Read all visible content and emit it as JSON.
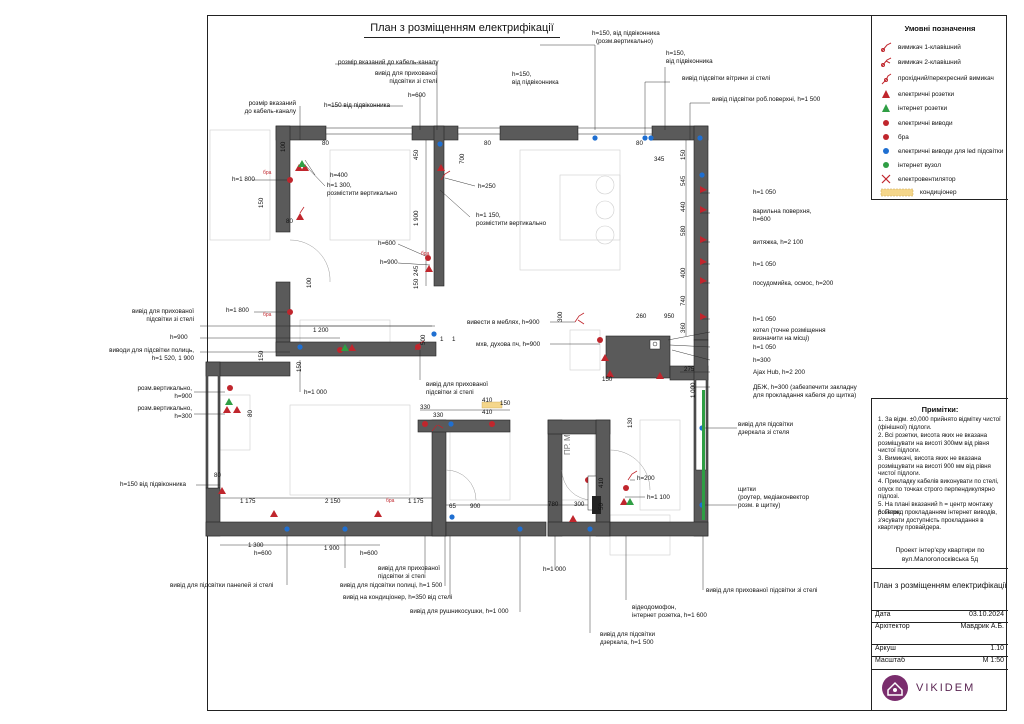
{
  "plan_title": "План з розміщенням електрифікації",
  "legend": {
    "title": "Умовні позначення",
    "items": [
      {
        "icon": "switch-1-icon",
        "label": "вимикач 1-клавішний",
        "color": "#c0262d"
      },
      {
        "icon": "switch-2-icon",
        "label": "вимикач 2-клавішний",
        "color": "#c0262d"
      },
      {
        "icon": "switch-pass-icon",
        "label": "прохідний/перехресний вимикач",
        "color": "#c0262d"
      },
      {
        "icon": "socket-icon",
        "label": "електричні розетки",
        "color": "#c0262d"
      },
      {
        "icon": "internet-socket-icon",
        "label": "інтернет розетки",
        "color": "#2f9e44"
      },
      {
        "icon": "outlet-icon",
        "label": "електричні виводи",
        "color": "#c0262d"
      },
      {
        "icon": "sconce-icon",
        "label": "бра",
        "color": "#c0262d"
      },
      {
        "icon": "led-outlet-icon",
        "label": "електричні виводи для led підсвітки",
        "color": "#1f6fd1"
      },
      {
        "icon": "internet-node-icon",
        "label": "інтернет вузол",
        "color": "#2f9e44"
      },
      {
        "icon": "fan-icon",
        "label": "електровентилятор",
        "color": "#c0262d"
      },
      {
        "icon": "ac-icon",
        "label": "кондиціонер",
        "color": "#e8b04a"
      }
    ]
  },
  "notes": {
    "title": "Примітки:",
    "items": [
      "1. За відм. ±0,000 прийнято відмітку чистої (фінішної) підлоги.",
      "2. Всі розетки, висота яких не вказана розміщувати на висоті 300мм від рівня чистої підлоги.",
      "3. Вимикачі, висота яких не вказана розміщувати на висоті 900 мм від рівня чистої підлоги.",
      "4. Прикладку кабелів виконувати по стелі, опуск по точках строго перпендикулярно підлозі.",
      "5. На плані вказаний h = центр монтажу розеток.",
      "6. Перед прокладанням інтернет виводів, з'ясувати доступність прокладання в квартиру провайдера."
    ]
  },
  "title_block": {
    "project": "Проект інтер'єру квартири по вул.Малоголосківська 5д",
    "sheet_title": "План з розміщенням електрифікації",
    "rows": [
      {
        "label": "Дата",
        "value": "03.10.2024"
      },
      {
        "label": "Архітектор",
        "value": "Мавдрик А.Б."
      },
      {
        "label": "Аркуш",
        "value": "1.10"
      },
      {
        "label": "Масштаб",
        "value": "М 1:50"
      }
    ],
    "logo_text": "VIKIDEM"
  },
  "annotations": {
    "a1": "h=150, від підвіконника",
    "a1b": "(розм.вертикально)",
    "a2": "h=150,",
    "a2b": "від підвіконника",
    "a3": "h=150,",
    "a3b": "від підвіконника",
    "a4": "вивід підсвітки вітрини зі стелі",
    "a5": "вивід підсвітки роб.поверхні, h=1 500",
    "a6": "розмір вказаний до кабель-каналу",
    "a7": "вивід для прихованої",
    "a7b": "підсвітки зі стелі",
    "a8": "розмір вказаний",
    "a8b": "до кабель-каналу",
    "a9": "h=150 від підвіконника",
    "a10": "h=600",
    "a11": "h=400",
    "a12": "h=1 300,",
    "a12b": "розмістити вертикально",
    "a13": "h=1 800",
    "a14": "h=250",
    "a15": "h=1 150,",
    "a15b": "розмістити вертикально",
    "a16": "h=600",
    "a17": "h=900",
    "a18": "h=1 050",
    "a19": "варильна поверхня,",
    "a19b": "h=600",
    "a20": "витяжка, h=2 100",
    "a21": "h=1 050",
    "a22": "посудомийка, осмос, h=200",
    "a23": "h=1 050",
    "a24": "котел (точне розміщення",
    "a24b": "визначити на місці)",
    "a25": "h=1 050",
    "a26": "h=300",
    "a27": "Ajax Hub, h=2 200",
    "a28": "ДБЖ, h=300 (забезпечити закладну",
    "a28b": "для прокладання кабеля до щитка)",
    "a29": "вивести в меблях, h=900",
    "a30": "мхв, духова пч, h=900",
    "a31": "вивід для прихованої",
    "a31b": "підсвітки зі стелі",
    "a32": "h=1 800",
    "a33": "h=900",
    "a34": "виводи для підсвітки полиць,",
    "a34b": "h=1 520, 1 900",
    "a35": "h=1 000",
    "a36": "вивід для прихованої",
    "a36b": "підсвітки зі стелі",
    "a37": "розм.вертикально,",
    "a37b": "h=900",
    "a38": "розм.вертикально,",
    "a38b": "h=300",
    "a39": "h=150 від підвіконника",
    "a40": "вивід для підсвітки",
    "a40b": "дзеркала зі стеля",
    "a41": "h=200",
    "a42": "h=1 100",
    "a43": "щитки",
    "a43b": "(роутер, медіаконвектор",
    "a43c": "розм. в щитку)",
    "a44": "h=600",
    "a45": "h=600",
    "a46": "вивід для прихованої",
    "a46b": "підсвітки зі стелі",
    "a47": "вивід для підсвітки панелей зі стелі",
    "a48": "вивід для підсвітки полиці, h=1 500",
    "a49": "вивід на кондиціонер, h=350 від стелі",
    "a50": "h=1 000",
    "a51": "вивід для рушникосушки, h=1 000",
    "a52": "відеодомофон,",
    "a52b": "інтернет розетка, h=1 600",
    "a53": "вивід для підсвітки",
    "a53b": "дзеркала, h=1 500",
    "a54": "вивід для прихованої підсвітки зі стелі",
    "a55": "бра",
    "a56": "ПР. М"
  },
  "dims": {
    "d80a": "80",
    "d80b": "80",
    "d80c": "80",
    "d80d": "80",
    "d80e": "80",
    "d100a": "100",
    "d100b": "100",
    "d150a": "150",
    "d150b": "150",
    "d150c": "150",
    "d150d": "150",
    "d150e": "150",
    "d450": "450",
    "d700": "700",
    "d345": "345",
    "d545": "545",
    "d440": "440",
    "d580": "580",
    "d400": "400",
    "d740": "740",
    "d1900": "1 900",
    "d245": "245",
    "d260": "260",
    "d950": "950",
    "d360": "360",
    "d275": "275",
    "d1200": "1 200",
    "d500": "500",
    "d300a": "300",
    "d1a": "1",
    "d1b": "1",
    "d330a": "330",
    "d330b": "330",
    "d410a": "410",
    "d410b": "410",
    "d130": "130",
    "d1000": "1 000",
    "d1175a": "1 175",
    "d2150": "2 150",
    "d1175b": "1 175",
    "d65": "65",
    "d900": "900",
    "d780": "780",
    "d300b": "300",
    "d1300": "1 300",
    "d1900b": "1 900",
    "d50": "50"
  }
}
